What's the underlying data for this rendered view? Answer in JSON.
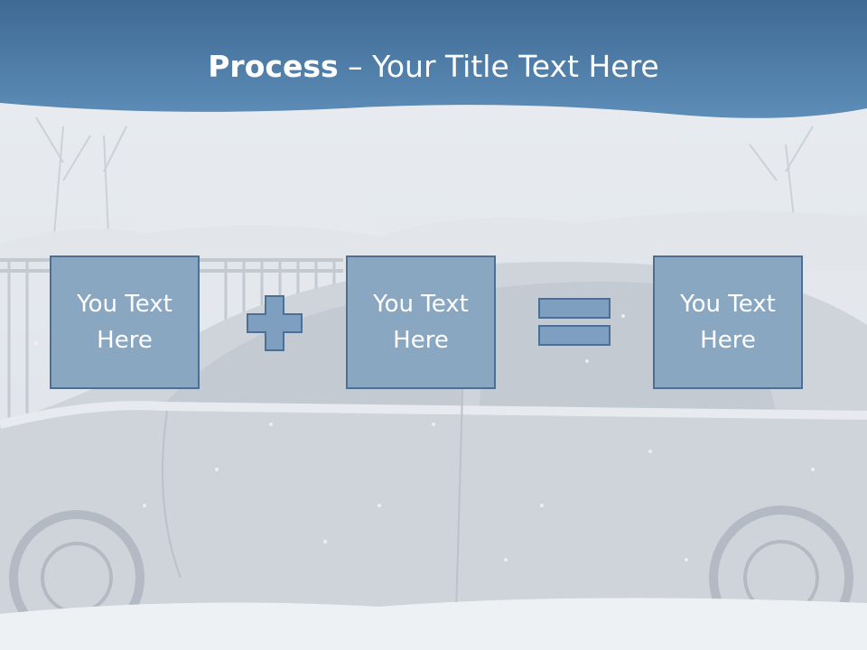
{
  "slide": {
    "title": {
      "bold": "Process",
      "rest": " – Your Title Text Here"
    },
    "boxes": [
      {
        "label": "You Text Here"
      },
      {
        "label": "You Text Here"
      },
      {
        "label": "You Text Here"
      }
    ],
    "operators": [
      "plus-icon",
      "equals-icon"
    ],
    "colors": {
      "header": "#4b7ba6",
      "box_fill": "#8aa7c2",
      "box_border": "#4d6f94",
      "operator_fill": "#7e9fbf",
      "background": "#dfe3e8",
      "text": "#ffffff"
    }
  }
}
